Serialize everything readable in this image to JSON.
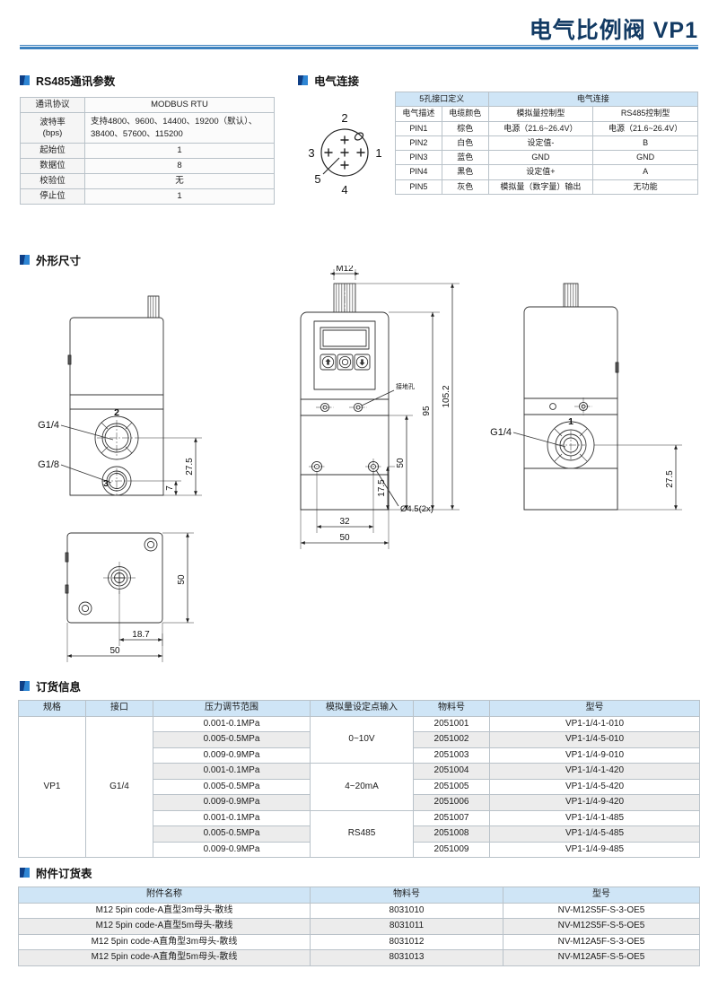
{
  "header": {
    "title": "电气比例阀 VP1",
    "accent_color": "#3d82bf",
    "title_color": "#123a63"
  },
  "sections": {
    "rs485": "RS485通讯参数",
    "electrical": "电气连接",
    "dimensions": "外形尺寸",
    "ordering": "订货信息",
    "accessories": "附件订货表"
  },
  "rs485_table": {
    "rows": [
      {
        "label": "通讯协议",
        "value": "MODBUS RTU"
      },
      {
        "label": "波特率\n(bps)",
        "label_line1": "波特率",
        "label_line2": "(bps)",
        "value": "支持4800、9600、14400、19200（默认）、38400、57600、115200"
      },
      {
        "label": "起始位",
        "value": "1"
      },
      {
        "label": "数据位",
        "value": "8"
      },
      {
        "label": "校验位",
        "value": "无"
      },
      {
        "label": "停止位",
        "value": "1"
      }
    ]
  },
  "electrical_table": {
    "group_left": "5孔接口定义",
    "group_right": "电气连接",
    "columns": [
      "电气描述",
      "电缆颜色",
      "模拟量控制型",
      "RS485控制型"
    ],
    "rows": [
      {
        "pin": "PIN1",
        "color": "棕色",
        "analog": "电源（21.6~26.4V）",
        "rs485": "电源（21.6~26.4V）"
      },
      {
        "pin": "PIN2",
        "color": "白色",
        "analog": "设定值-",
        "rs485": "B"
      },
      {
        "pin": "PIN3",
        "color": "蓝色",
        "analog": "GND",
        "rs485": "GND"
      },
      {
        "pin": "PIN4",
        "color": "黑色",
        "analog": "设定值+",
        "rs485": "A"
      },
      {
        "pin": "PIN5",
        "color": "灰色",
        "analog": "模拟量（数字量）输出",
        "rs485": "无功能"
      }
    ]
  },
  "pin_diagram": {
    "labels": {
      "p1": "1",
      "p2": "2",
      "p3": "3",
      "p4": "4",
      "p5": "5"
    }
  },
  "drawing": {
    "left_view": {
      "port2_label": "2",
      "port3_label": "3",
      "thread_g14": "G1/4",
      "thread_g18": "G1/8",
      "dim_275": "27.5",
      "dim_7": "7"
    },
    "front_view": {
      "connector_thread": "M12",
      "ground_hole_label": "接地孔",
      "dim_1052": "105.2",
      "dim_95": "95",
      "dim_50_height": "50",
      "dim_175": "17.5",
      "dim_32": "32",
      "dim_50_width": "50",
      "hole_note": "Ø4.5(2x)"
    },
    "right_view": {
      "port1_label": "1",
      "thread_g14": "G1/4",
      "dim_275": "27.5"
    },
    "top_view": {
      "dim_50_height": "50",
      "dim_187": "18.7",
      "dim_50_width": "50"
    }
  },
  "ordering_table": {
    "columns": [
      "规格",
      "接口",
      "压力调节范围",
      "模拟量设定点输入",
      "物料号",
      "型号"
    ],
    "spec": "VP1",
    "port": "G1/4",
    "groups": [
      {
        "input": "0~10V",
        "rows": [
          {
            "range": "0.001-0.1MPa",
            "material": "2051001",
            "model": "VP1-1/4-1-010"
          },
          {
            "range": "0.005-0.5MPa",
            "material": "2051002",
            "model": "VP1-1/4-5-010"
          },
          {
            "range": "0.009-0.9MPa",
            "material": "2051003",
            "model": "VP1-1/4-9-010"
          }
        ]
      },
      {
        "input": "4~20mA",
        "rows": [
          {
            "range": "0.001-0.1MPa",
            "material": "2051004",
            "model": "VP1-1/4-1-420"
          },
          {
            "range": "0.005-0.5MPa",
            "material": "2051005",
            "model": "VP1-1/4-5-420"
          },
          {
            "range": "0.009-0.9MPa",
            "material": "2051006",
            "model": "VP1-1/4-9-420"
          }
        ]
      },
      {
        "input": "RS485",
        "rows": [
          {
            "range": "0.001-0.1MPa",
            "material": "2051007",
            "model": "VP1-1/4-1-485"
          },
          {
            "range": "0.005-0.5MPa",
            "material": "2051008",
            "model": "VP1-1/4-5-485"
          },
          {
            "range": "0.009-0.9MPa",
            "material": "2051009",
            "model": "VP1-1/4-9-485"
          }
        ]
      }
    ]
  },
  "accessory_table": {
    "columns": [
      "附件名称",
      "物料号",
      "型号"
    ],
    "rows": [
      {
        "name": "M12 5pin code-A直型3m母头-散线",
        "material": "8031010",
        "model": "NV-M12S5F-S-3-OE5"
      },
      {
        "name": "M12 5pin code-A直型5m母头-散线",
        "material": "8031011",
        "model": "NV-M12S5F-S-5-OE5"
      },
      {
        "name": "M12 5pin code-A直角型3m母头-散线",
        "material": "8031012",
        "model": "NV-M12A5F-S-3-OE5"
      },
      {
        "name": "M12 5pin code-A直角型5m母头-散线",
        "material": "8031013",
        "model": "NV-M12A5F-S-5-OE5"
      }
    ]
  }
}
